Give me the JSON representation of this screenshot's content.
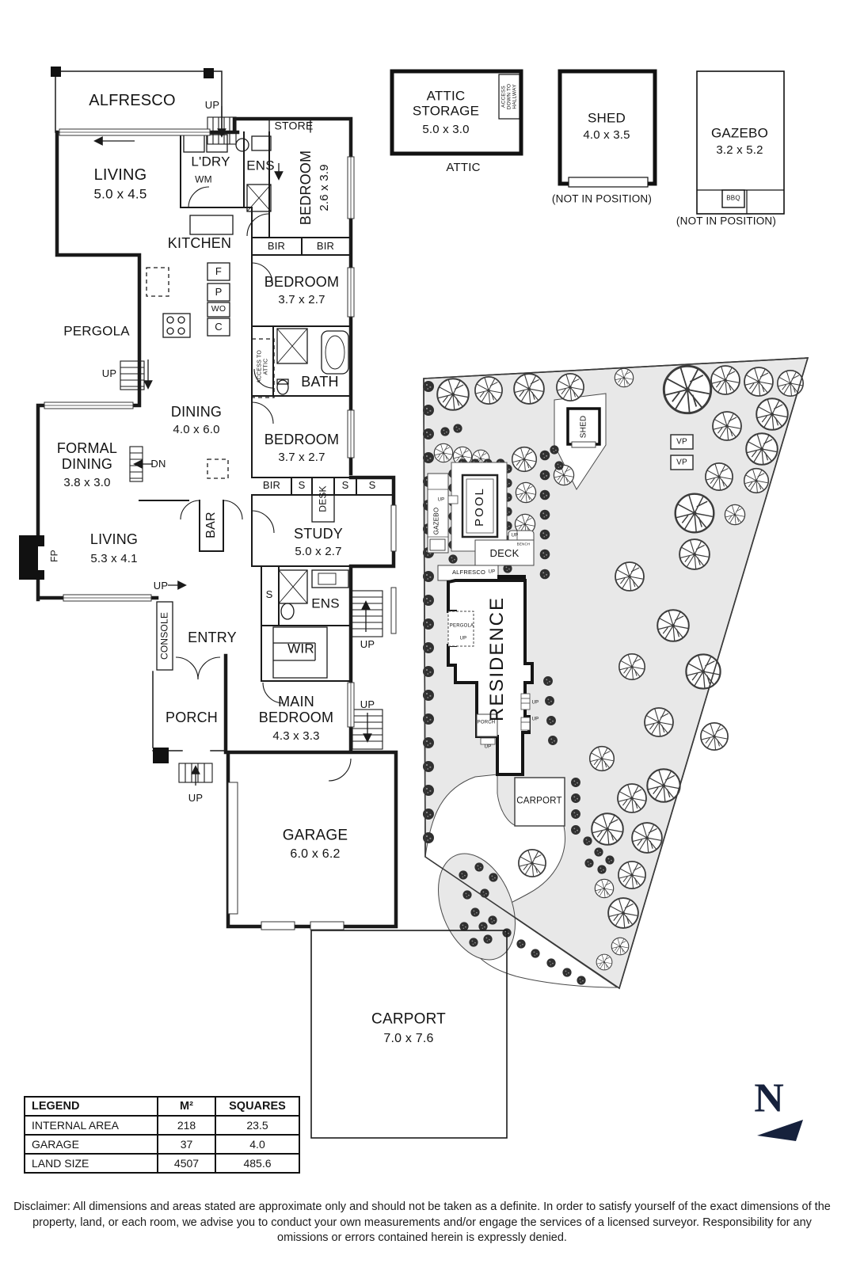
{
  "rooms": {
    "alfresco": "ALFRESCO",
    "living1": {
      "n": "LIVING",
      "d": "5.0 x 4.5"
    },
    "ldry": "L'DRY",
    "store": "STORE",
    "ens": "ENS",
    "bed1": {
      "n": "BEDROOM",
      "d": "2.6 x 3.9"
    },
    "kitchen": "KITCHEN",
    "bed2": {
      "n": "BEDROOM",
      "d": "3.7 x 2.7"
    },
    "pergola": "PERGOLA",
    "bath": "BATH",
    "dining": {
      "n": "DINING",
      "d": "4.0 x 6.0"
    },
    "formal": {
      "n": "FORMAL DINING",
      "d": "3.8 x 3.0"
    },
    "bed3": {
      "n": "BEDROOM",
      "d": "3.7 x 2.7"
    },
    "study": {
      "n": "STUDY",
      "d": "5.0 x 2.7"
    },
    "bar": "BAR",
    "living2": {
      "n": "LIVING",
      "d": "5.3 x 4.1"
    },
    "entry": "ENTRY",
    "wir": "WIR",
    "main": {
      "n": "MAIN BEDROOM",
      "d": "4.3 x 3.3"
    },
    "porch": "PORCH",
    "garage": {
      "n": "GARAGE",
      "d": "6.0 x 6.2"
    },
    "carport": {
      "n": "CARPORT",
      "d": "7.0 x 7.6"
    }
  },
  "tags": {
    "up": "UP",
    "dn": "DN",
    "wm": "WM",
    "fp": "FP",
    "bir": "BIR",
    "s": "S",
    "desk": "DESK",
    "console": "CONSOLE",
    "f": "F",
    "p": "P",
    "wo": "WO",
    "c": "C",
    "access_attic": "ACCESS TO ATTIC"
  },
  "detached": {
    "attic": {
      "n": "ATTIC STORAGE",
      "d": "5.0 x 3.0",
      "access": "ACCESS DOWN TO HALLWAY",
      "caption": "ATTIC"
    },
    "shed": {
      "n": "SHED",
      "d": "4.0 x 3.5",
      "note": "(NOT IN POSITION)"
    },
    "gazebo": {
      "n": "GAZEBO",
      "d": "3.2 x 5.2",
      "bbq": "BBQ",
      "note": "(NOT IN POSITION)"
    }
  },
  "site": {
    "residence": "RESIDENCE",
    "pool": "POOL",
    "deck": "DECK",
    "alfresco": "ALFRESCO",
    "gazebo": "GAZEBO",
    "shed": "SHED",
    "carport": "CARPORT",
    "porch": "PORCH",
    "pergola": "PERGOLA",
    "vp": "VP",
    "bench": "BENCH",
    "up": "UP"
  },
  "legend": {
    "headers": [
      "LEGEND",
      "M²",
      "SQUARES"
    ],
    "rows": [
      [
        "INTERNAL AREA",
        "218",
        "23.5"
      ],
      [
        "GARAGE",
        "37",
        "4.0"
      ],
      [
        "LAND SIZE",
        "4507",
        "485.6"
      ]
    ]
  },
  "north": "N",
  "disclaimer": "Disclaimer: All dimensions and areas stated are approximate only and should not be taken as a definite. In order to satisfy yourself of the exact dimensions of the property, land, or each room, we advise you to conduct your own measurements and/or engage the services of a licensed surveyor. Responsibility for any omissions or errors contained herein is expressly denied."
}
